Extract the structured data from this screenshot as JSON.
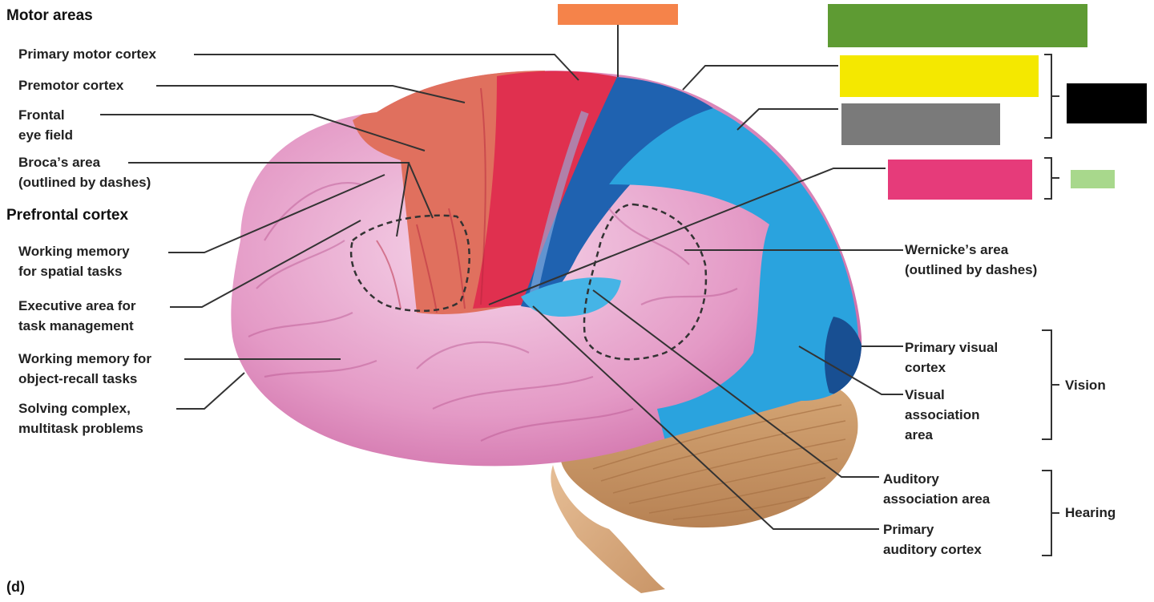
{
  "figure": {
    "panel_label": "(d)",
    "colors": {
      "motor": "#e0304f",
      "premotor": "#e06a5a",
      "prefrontal": "#e49ac6",
      "somatosensory_primary": "#1f62b0",
      "parietal_association": "#2aa3de",
      "temporal": "#e7a6cf",
      "cerebellum": "#c9945f",
      "brainstem": "#dcae82"
    }
  },
  "left_labels": {
    "motor_header": "Motor areas",
    "primary_motor": "Primary motor cortex",
    "premotor": "Premotor cortex",
    "frontal_eye_1": "Frontal",
    "frontal_eye_2": "eye field",
    "broca_1": "Brocaʼs area",
    "broca_2": "(outlined by dashes)",
    "prefrontal_header": "Prefrontal cortex",
    "wm_spatial_1": "Working memory",
    "wm_spatial_2": "for spatial tasks",
    "exec_1": "Executive area for",
    "exec_2": "task management",
    "wm_object_1": "Working memory for",
    "wm_object_2": "object-recall tasks",
    "solving_1": "Solving complex,",
    "solving_2": "multitask problems"
  },
  "right_labels": {
    "wernicke_1": "Wernickeʼs area",
    "wernicke_2": "(outlined by dashes)",
    "primary_visual_1": "Primary visual",
    "primary_visual_2": "cortex",
    "visual_assoc_1": "Visual",
    "visual_assoc_2": "association",
    "visual_assoc_3": "area",
    "vision_group": "Vision",
    "auditory_assoc_1": "Auditory",
    "auditory_assoc_2": "association area",
    "primary_auditory_1": "Primary",
    "primary_auditory_2": "auditory cortex",
    "hearing_group": "Hearing"
  },
  "answer_boxes": [
    {
      "id": "top-center",
      "color": "#f5834a"
    },
    {
      "id": "top-right-large",
      "color": "#5e9b33"
    },
    {
      "id": "somatosensory-primary",
      "color": "#f4e800"
    },
    {
      "id": "somatosensory-association",
      "color": "#7a7a7a"
    },
    {
      "id": "sensory-group",
      "color": "#000000"
    },
    {
      "id": "gustatory",
      "color": "#e63b7a"
    },
    {
      "id": "gustatory-group",
      "color": "#a8d88c"
    }
  ]
}
